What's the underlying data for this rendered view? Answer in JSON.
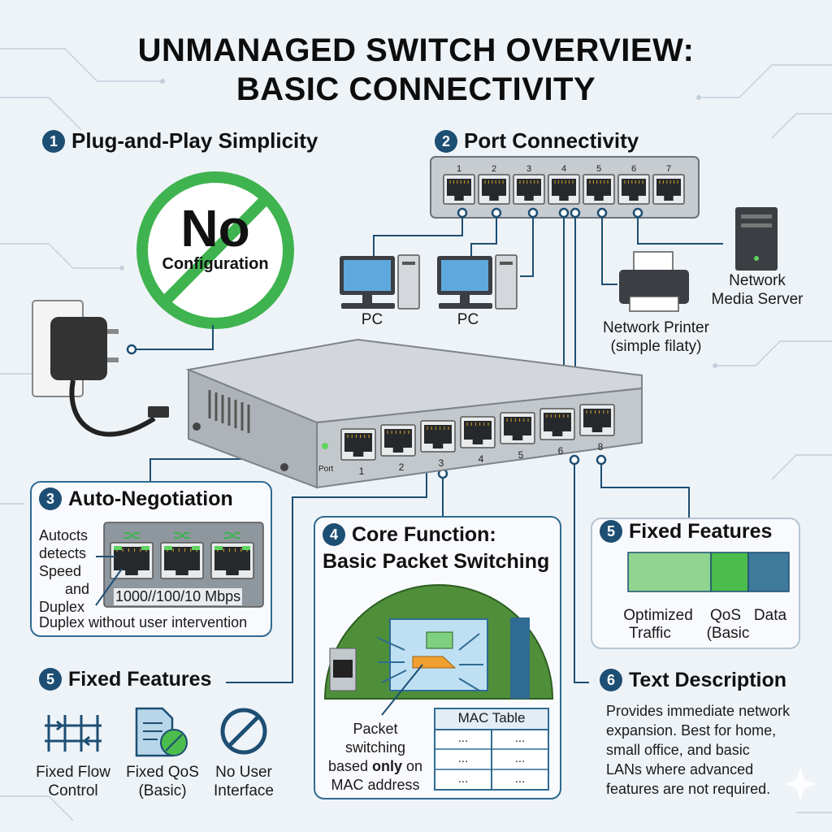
{
  "title": {
    "line1": "UNMANAGED SWITCH OVERVIEW:",
    "line2": "BASIC CONNECTIVITY"
  },
  "section1": {
    "number": "1",
    "title": "Plug-and-Play Simplicity",
    "badge_big": "No",
    "badge_small": "Configuration"
  },
  "section2": {
    "number": "2",
    "title": "Port Connectivity",
    "top_port_numbers": [
      "1",
      "2",
      "3",
      "4",
      "5",
      "6",
      "7"
    ],
    "devices": {
      "pc1": "PC",
      "pc2": "PC",
      "printer": [
        "Network Printer",
        "(simple filaty)"
      ],
      "server": [
        "Network",
        "Media Server"
      ]
    }
  },
  "switch": {
    "port_numbers": [
      "1",
      "2",
      "3",
      "4",
      "5",
      "6",
      "8"
    ],
    "led_label": "Port"
  },
  "section3": {
    "number": "3",
    "title": "Auto-Negotiation",
    "text_lines": [
      "Autocts",
      "detects",
      "Speed",
      "and",
      "Duplex"
    ],
    "speed": "1000//100/10 Mbps",
    "caption": "Duplex without user intervention"
  },
  "section4": {
    "number": "4",
    "title_line1": "Core Function:",
    "title_line2": "Basic Packet Switching",
    "caption_lines": [
      "Packet",
      "switching",
      "based",
      "only",
      "on",
      "MAC address"
    ],
    "mac_table": {
      "header": "MAC Table",
      "rows": [
        [
          "...",
          "..."
        ],
        [
          "...",
          "..."
        ],
        [
          "...",
          "..."
        ]
      ]
    }
  },
  "section5_right": {
    "number": "5",
    "title": "Fixed Features",
    "bar_segments": [
      {
        "label": "Optimized\nTraffic",
        "color": "#8fd48f"
      },
      {
        "label": "QoS\n(Basic",
        "color": "#4cbc4c"
      },
      {
        "label": "Data",
        "color": "#3f7a9c"
      }
    ],
    "labels": [
      "Optimized",
      "Traffic",
      "QoS",
      "(Basic",
      "Data"
    ]
  },
  "section5_left": {
    "number": "5",
    "title": "Fixed Features",
    "icons": [
      {
        "icon": "flow-control-icon",
        "lines": [
          "Fixed Flow",
          "Control"
        ]
      },
      {
        "icon": "qos-document-icon",
        "lines": [
          "Fixed QoS",
          "(Basic)"
        ]
      },
      {
        "icon": "no-entry-icon",
        "lines": [
          "No User",
          "Interface"
        ]
      }
    ]
  },
  "section6": {
    "number": "6",
    "title": "Text Description",
    "lines": [
      "Provides immediate network",
      "expansion. Best for home,",
      "small office, and basic",
      "LANs where advanced",
      "features are not required."
    ]
  },
  "colors": {
    "accent_blue": "#1d4e73",
    "green": "#3fb34f",
    "switch_gray": "#b7bcc2",
    "port_dark": "#26292c"
  }
}
